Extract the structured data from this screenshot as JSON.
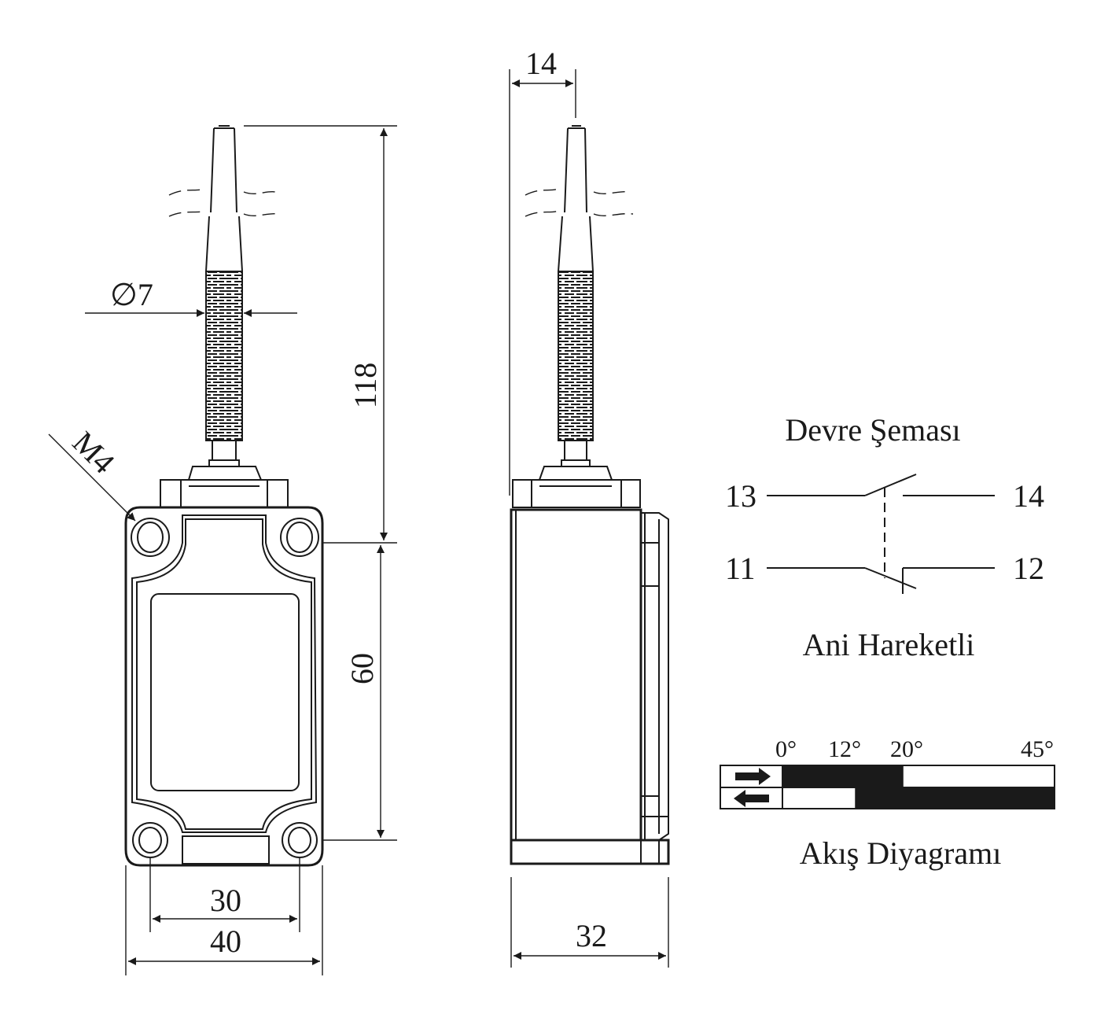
{
  "dimensions": {
    "d14": "14",
    "d118": "118",
    "d60": "60",
    "d30": "30",
    "d40": "40",
    "d32": "32",
    "diameter": "∅7",
    "thread": "M4"
  },
  "circuit": {
    "title": "Devre Şeması",
    "subtitle": "Ani Hareketli",
    "terminals": {
      "t13": "13",
      "t14": "14",
      "t11": "11",
      "t12": "12"
    }
  },
  "flow": {
    "title": "Akış Diyagramı",
    "angles": [
      "0°",
      "12°",
      "20°",
      "45°"
    ],
    "rows": [
      {
        "direction": "forward",
        "segments_black": [
          [
            0,
            20
          ]
        ]
      },
      {
        "direction": "return",
        "segments_black": [
          [
            12,
            45
          ]
        ]
      }
    ],
    "range_deg": [
      0,
      45
    ]
  }
}
